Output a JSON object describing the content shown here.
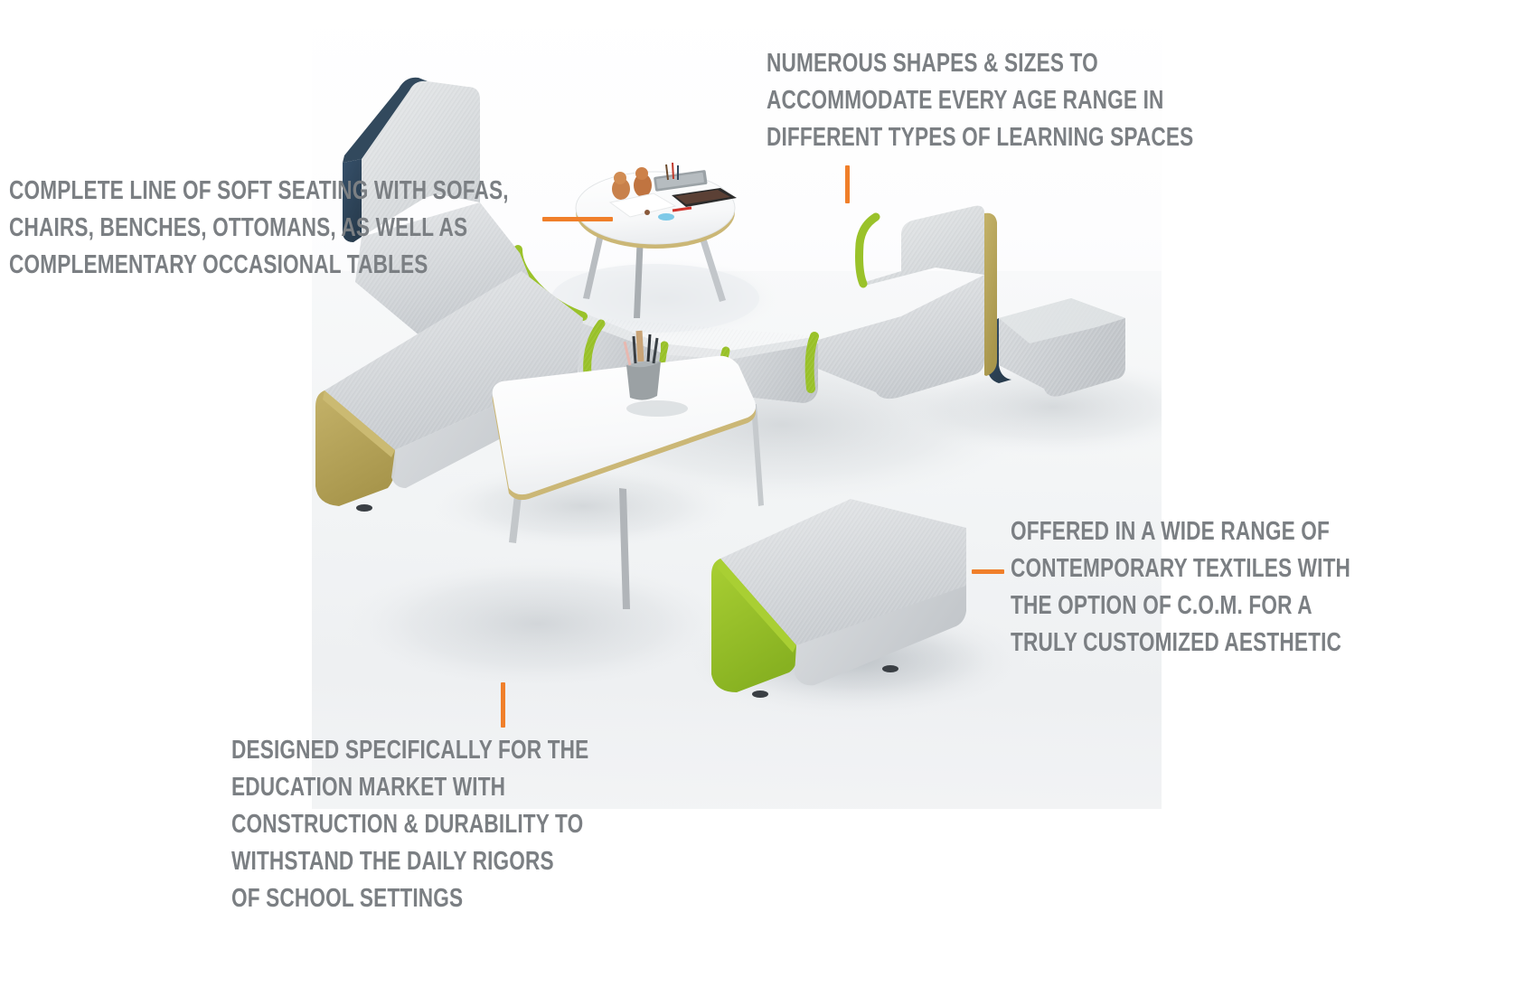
{
  "page": {
    "background_color": "#ffffff",
    "text_color": "#7b7f83",
    "accent_color": "#f07f2a"
  },
  "callouts": [
    {
      "id": "shapes-sizes",
      "position": "top-right",
      "lines": [
        "NUMEROUS SHAPES & SIZES TO",
        "ACCOMMODATE EVERY AGE RANGE IN",
        "DIFFERENT TYPES OF LEARNING SPACES"
      ],
      "connector": "vertical-dash-below"
    },
    {
      "id": "complete-line",
      "position": "top-left",
      "lines": [
        "COMPLETE LINE OF SOFT SEATING WITH SOFAS,",
        "CHAIRS, BENCHES, OTTOMANS, AS WELL AS",
        "COMPLEMENTARY OCCASIONAL TABLES"
      ],
      "connector": "horizontal-dash-right"
    },
    {
      "id": "textiles-com",
      "position": "middle-right",
      "lines": [
        "OFFERED IN A WIDE RANGE OF",
        "CONTEMPORARY TEXTILES WITH",
        "THE OPTION OF C.O.M. FOR A",
        "TRULY CUSTOMIZED AESTHETIC"
      ],
      "connector": "horizontal-dash-left"
    },
    {
      "id": "education-market",
      "position": "bottom-left",
      "lines": [
        "DESIGNED SPECIFICALLY FOR THE",
        "EDUCATION MARKET WITH",
        "CONSTRUCTION & DURABILITY TO",
        "WITHSTAND THE DAILY RIGORS",
        "OF SCHOOL SETTINGS"
      ],
      "connector": "vertical-dash-above"
    }
  ],
  "scene": {
    "description": "Modular soft seating arrangement in a white studio setting",
    "fabric_colors": {
      "grey": "#d2d5d8",
      "green": "#9ac22a",
      "navy": "#2e4558",
      "tan": "#b6a45a",
      "table_top": "#fbfbfc",
      "table_edge": "#cbb776",
      "table_leg": "#b9bcbf"
    },
    "objects": [
      {
        "name": "round-occasional-table",
        "color": "table_top"
      },
      {
        "name": "rectangular-coffee-table",
        "color": "table_top"
      },
      {
        "name": "pencil-cup",
        "color": "#9aa0a2"
      },
      {
        "name": "lounge-bench-tan-end",
        "color": "tan"
      },
      {
        "name": "lounge-chair-navy",
        "color": "navy"
      },
      {
        "name": "curved-modular-bench-green",
        "color": "green"
      },
      {
        "name": "high-back-chair-tan",
        "color": "tan"
      },
      {
        "name": "ottoman-navy",
        "color": "navy"
      },
      {
        "name": "ottoman-green",
        "color": "green"
      }
    ]
  }
}
